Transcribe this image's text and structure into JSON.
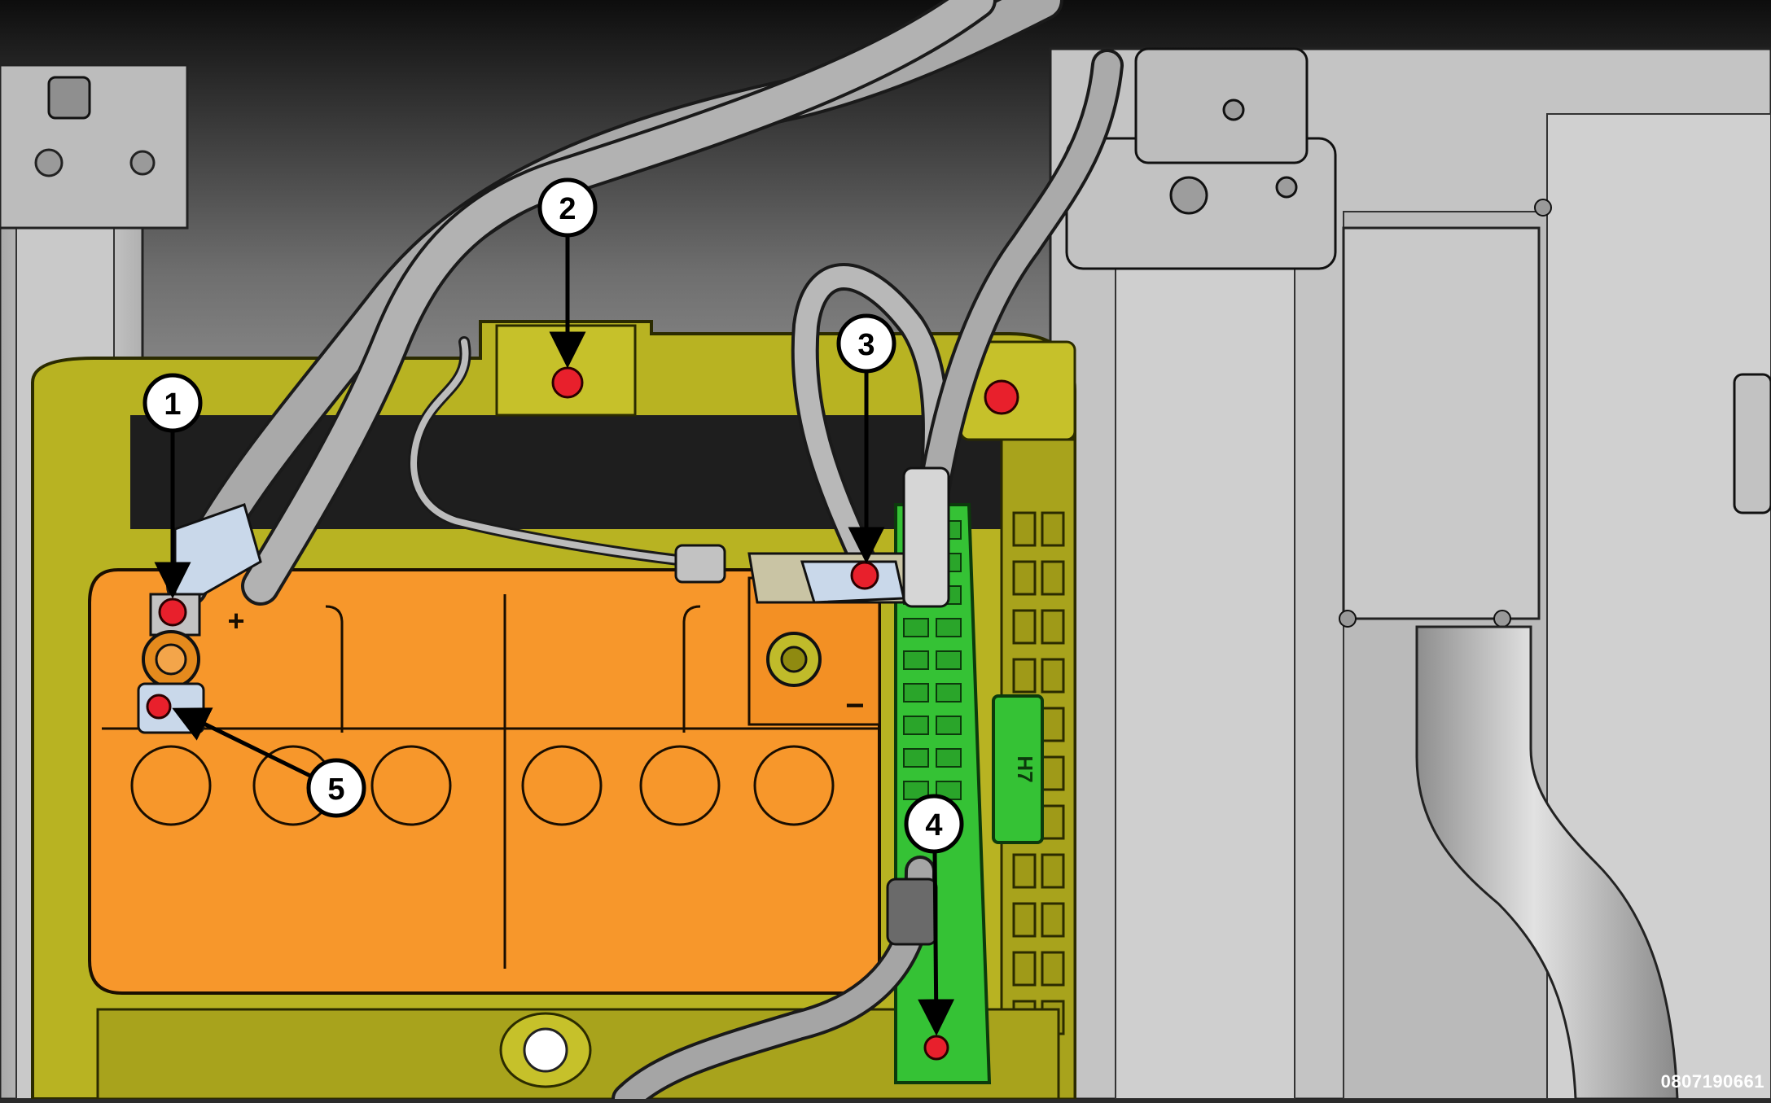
{
  "figure_id": "0807190661",
  "callouts": [
    {
      "label": "1"
    },
    {
      "label": "2"
    },
    {
      "label": "3"
    },
    {
      "label": "4"
    },
    {
      "label": "5"
    }
  ],
  "battery_markings": {
    "positive": "+",
    "negative": "−"
  },
  "tray_mark": "H7",
  "colors": {
    "battery": "#f7972b",
    "tray": "#b8b322",
    "bracket": "#35c235",
    "fastener": "#e8202c",
    "body_panel": "#bdbdbd",
    "cable": "#a9a9a9",
    "terminal_clamp": "#c9d8ea"
  }
}
